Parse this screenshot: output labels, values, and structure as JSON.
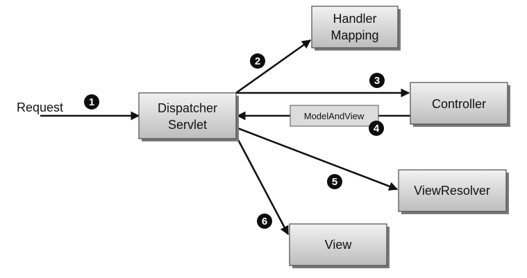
{
  "diagram": {
    "request_label": "Request",
    "nodes": {
      "dispatcher": {
        "line1": "Dispatcher",
        "line2": "Servlet"
      },
      "handler_mapping": {
        "line1": "Handler",
        "line2": "Mapping"
      },
      "controller": {
        "label": "Controller"
      },
      "view_resolver": {
        "label": "ViewResolver"
      },
      "view": {
        "label": "View"
      }
    },
    "model_and_view_label": "ModelAndView",
    "steps": [
      "1",
      "2",
      "3",
      "4",
      "5",
      "6"
    ]
  }
}
